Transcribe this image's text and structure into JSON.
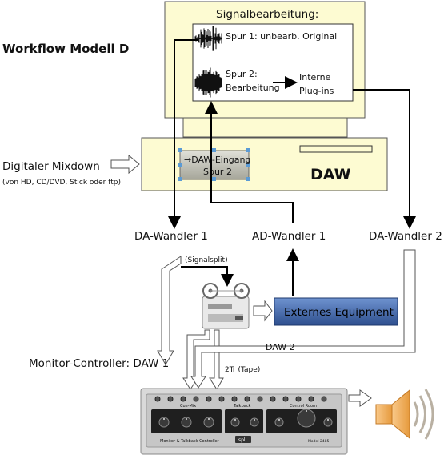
{
  "title": "Workflow Modell D",
  "signal_processing": {
    "heading": "Signalbearbeitung:",
    "track1": "Spur 1: unbearb. Original",
    "track2_line1": "Spur 2:",
    "track2_line2": "Bearbeitung",
    "plugins_line1": "Interne",
    "plugins_line2": "Plug-ins"
  },
  "daw": {
    "label": "DAW",
    "input_line1": "→DAW-Eingang",
    "input_line2": "Spur 2"
  },
  "mixdown": {
    "label": "Digitaler Mixdown",
    "sublabel": "(von HD, CD/DVD, Stick oder ftp)"
  },
  "converters": {
    "da1": "DA-Wandler 1",
    "ad1": "AD-Wandler 1",
    "da2": "DA-Wandler 2"
  },
  "signal_split": "(Signalsplit)",
  "external_equipment": "Externes Equipment",
  "daw2_line": "DAW 2",
  "monitor_controller": "Monitor-Controller: DAW 1",
  "tape_label": "2Tr (Tape)",
  "device": {
    "left_panel": "Cue-Mix",
    "middle_panel": "Talkback",
    "right_panel": "Control Room",
    "bottom_label": "Monitor & Talkback Controller",
    "brand": "spl",
    "model": "Model 2485"
  },
  "colors": {
    "monitor_fill": "#fdfbd2",
    "daw_fill": "#fdfbd2",
    "equipment_fill_top": "#5a7fc0",
    "equipment_fill_bottom": "#2e4f8e",
    "device_fill": "#d9d9d9",
    "speaker_fill": "#f6b26b"
  }
}
